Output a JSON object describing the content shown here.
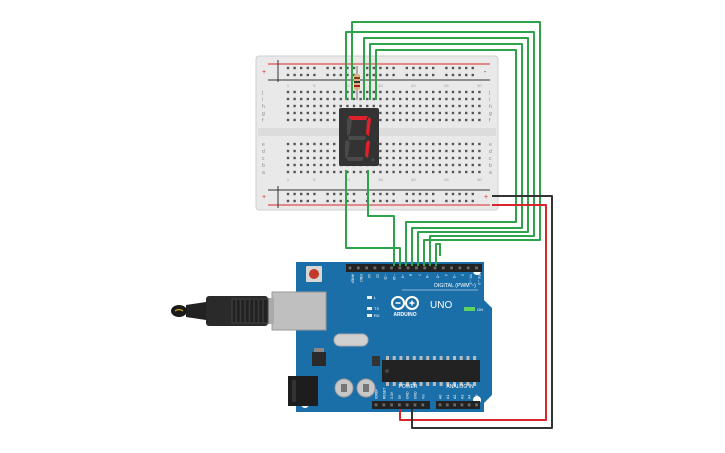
{
  "breadboard": {
    "row_letters_top": [
      "j",
      "i",
      "h",
      "g",
      "f"
    ],
    "row_letters_bottom": [
      "e",
      "d",
      "c",
      "b",
      "a"
    ],
    "rail_plus": "+",
    "rail_minus": "-",
    "column_numbers": [
      "1",
      "5",
      "10",
      "15",
      "20",
      "25",
      "30"
    ]
  },
  "seven_segment": {
    "shown_digit": "7",
    "lit_color": "#e0202a",
    "unlit_color": "#4a4a4a"
  },
  "arduino": {
    "board_color": "#1b6fa8",
    "brand_text": "ARDUINO",
    "model_text": "UNO",
    "digital_header_label": "DIGITAL (PWM ~)",
    "power_header_label": "POWER",
    "analog_header_label": "ANALOG IN",
    "on_label": "ON",
    "top_pin_labels": [
      "AREF",
      "GND",
      "13",
      "12",
      "~11",
      "~10",
      "~9",
      "8",
      "7",
      "~6",
      "~5",
      "4",
      "~3",
      "2",
      "TX→1",
      "RX←0"
    ],
    "power_pin_labels": [
      "IOREF",
      "RESET",
      "3.3V",
      "5V",
      "GND",
      "GND",
      "Vin"
    ],
    "analog_pin_labels": [
      "A0",
      "A1",
      "A2",
      "A3",
      "A4",
      "A5"
    ],
    "tx_label": "TX",
    "rx_label": "RX",
    "l_label": "L"
  },
  "colors": {
    "wire_green": "#2fa34a",
    "wire_red": "#d9262a",
    "wire_black": "#333333",
    "breadboard": "#e9e9e9",
    "rail_red": "#d9262a",
    "rail_black": "#333333"
  }
}
